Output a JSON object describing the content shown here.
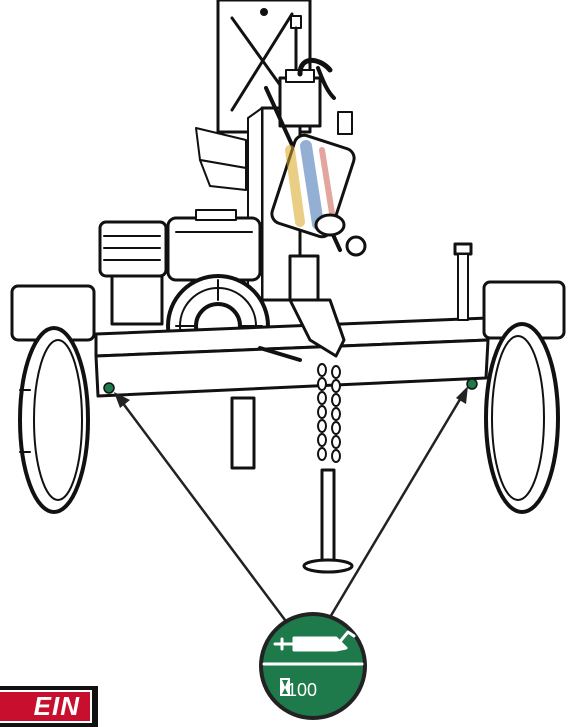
{
  "badge": {
    "interval": "100",
    "icon": "grease-gun-icon",
    "hourglass_icon": "hourglass-icon",
    "colors": {
      "fill": "#1e7a4a",
      "ring": "#222222"
    }
  },
  "logo": {
    "text": "EIN",
    "colors": {
      "background": "#c8102e",
      "frame": "#111111"
    }
  },
  "callouts": {
    "points": [
      "left-grease-fitting",
      "right-grease-fitting"
    ],
    "fitting_color": "#1e7a4a"
  }
}
